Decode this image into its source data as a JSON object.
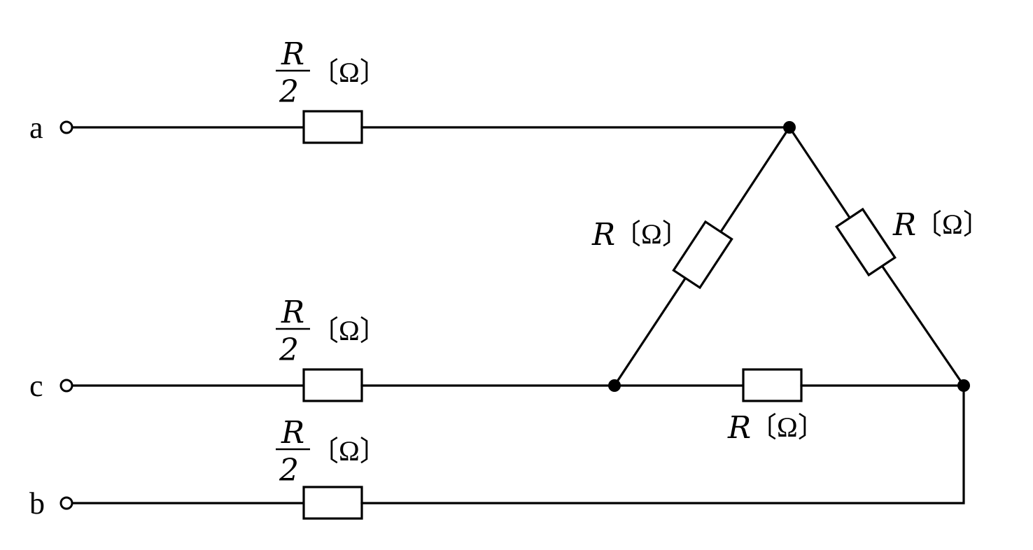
{
  "terminals": {
    "a": "a",
    "c": "c",
    "b": "b"
  },
  "resistors": {
    "line_a": {
      "num": "R",
      "den": "2",
      "unit": "〔Ω〕"
    },
    "line_c": {
      "num": "R",
      "den": "2",
      "unit": "〔Ω〕"
    },
    "line_b": {
      "num": "R",
      "den": "2",
      "unit": "〔Ω〕"
    },
    "delta_left": {
      "sym": "R",
      "unit": "〔Ω〕"
    },
    "delta_right": {
      "sym": "R",
      "unit": "〔Ω〕"
    },
    "delta_bottom": {
      "sym": "R",
      "unit": "〔Ω〕"
    }
  }
}
